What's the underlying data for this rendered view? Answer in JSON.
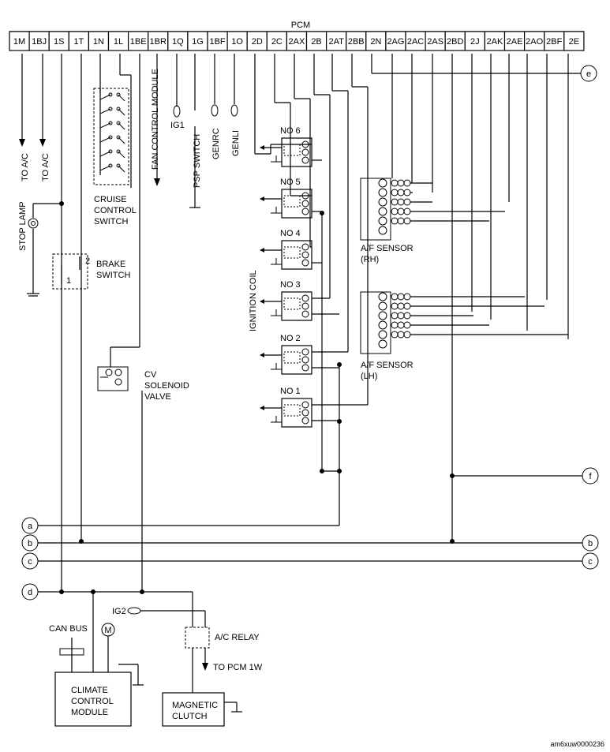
{
  "pcm": {
    "title": "PCM",
    "pins": [
      "1M",
      "1BJ",
      "1S",
      "1T",
      "1N",
      "1L",
      "1BE",
      "1BR",
      "1Q",
      "1G",
      "1BF",
      "1O",
      "2D",
      "2C",
      "2AX",
      "2B",
      "2AT",
      "2BB",
      "2N",
      "2AG",
      "2AC",
      "2AS",
      "2BD",
      "2J",
      "2AK",
      "2AE",
      "2AO",
      "2BF",
      "2E"
    ]
  },
  "labels": {
    "to_ac_1": "TO A/C",
    "to_ac_2": "TO A/C",
    "stop_lamp": "STOP LAMP",
    "brake_switch_1": "BRAKE",
    "brake_switch_2": "SWITCH",
    "brake_pin1": "1",
    "brake_pin2": "2",
    "cruise_1": "CRUISE",
    "cruise_2": "CONTROL",
    "cruise_3": "SWITCH",
    "fan_module": "FAN CONTROL MODULE",
    "ig1": "IG1",
    "psp_switch": "PSP SWITCH",
    "genrc": "GENRC",
    "genli": "GENLI",
    "ignition_coil": "IGNITION COIL",
    "coil_no6": "NO 6",
    "coil_no5": "NO 5",
    "coil_no4": "NO 4",
    "coil_no3": "NO 3",
    "coil_no2": "NO 2",
    "coil_no1": "NO 1",
    "af_rh_1": "A/F SENSOR",
    "af_rh_2": "(RH)",
    "af_lh_1": "A/F SENSOR",
    "af_lh_2": "(LH)",
    "cv_1": "CV",
    "cv_2": "SOLENOID",
    "cv_3": "VALVE",
    "can_bus": "CAN BUS",
    "motor": "M",
    "ig2": "IG2",
    "ac_relay": "A/C RELAY",
    "to_pcm_1w": "TO PCM 1W",
    "ccm_1": "CLIMATE",
    "ccm_2": "CONTROL",
    "ccm_3": "MODULE",
    "mag_1": "MAGNETIC",
    "mag_2": "CLUTCH",
    "ref_code": "am6xuw0000236"
  },
  "connectors": {
    "a": "a",
    "b_left": "b",
    "b_right": "b",
    "c_left": "c",
    "c_right": "c",
    "d": "d",
    "e": "e",
    "f": "f"
  }
}
